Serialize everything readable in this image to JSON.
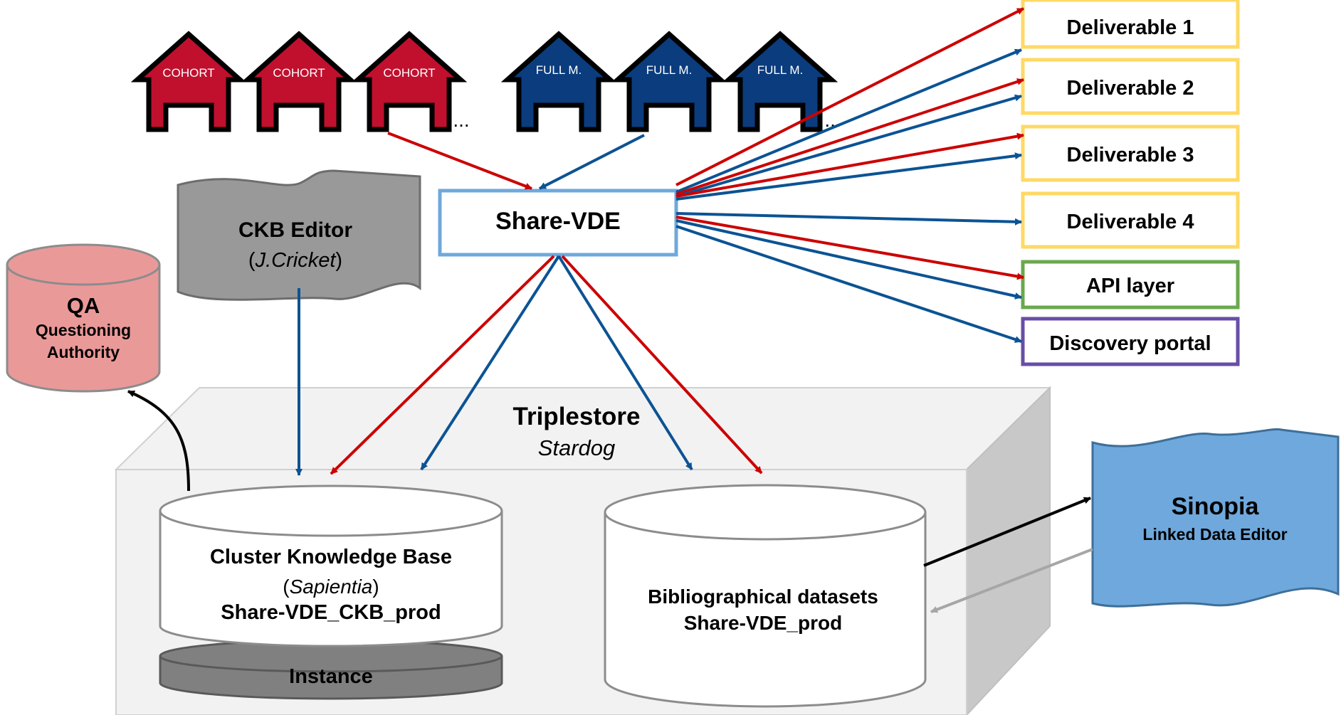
{
  "houses": {
    "cohort_label": "COHORT",
    "full_label": "FULL M.",
    "ellipsis_cohort": "...",
    "ellipsis_full": "..."
  },
  "share_vde": {
    "label": "Share-VDE"
  },
  "ckb_editor": {
    "title": "CKB Editor",
    "paren_open": "(",
    "subtitle": "J.Cricket",
    "paren_close": ")"
  },
  "qa": {
    "title": "QA",
    "line1": "Questioning",
    "line2": "Authority"
  },
  "triplestore": {
    "title": "Triplestore",
    "subtitle": "Stardog"
  },
  "ckb": {
    "title": "Cluster Knowledge Base",
    "paren_open": "(",
    "subtitle": "Sapientia",
    "paren_close": ")",
    "name": "Share-VDE_CKB_prod",
    "instance": "Instance"
  },
  "biblio": {
    "title": "Bibliographical datasets",
    "name": "Share-VDE_prod"
  },
  "sinopia": {
    "title": "Sinopia",
    "subtitle": "Linked Data Editor"
  },
  "outputs": [
    {
      "label": "Deliverable 1",
      "border": "#ffd966"
    },
    {
      "label": "Deliverable 2",
      "border": "#ffd966"
    },
    {
      "label": "Deliverable 3",
      "border": "#ffd966"
    },
    {
      "label": "Deliverable 4",
      "border": "#ffd966"
    },
    {
      "label": "API layer",
      "border": "#6aa84f"
    },
    {
      "label": "Discovery portal",
      "border": "#674ea7"
    }
  ],
  "colors": {
    "red": "#cc0000",
    "blue": "#0b5394",
    "gray_arrow": "#a6a6a6",
    "house_red": "#c0102e",
    "house_blue": "#0b3c7d",
    "share_border": "#6fa8dc",
    "qa_fill": "#ea9999",
    "sinopia_fill": "#6fa8dc",
    "editor_fill": "#999999"
  }
}
